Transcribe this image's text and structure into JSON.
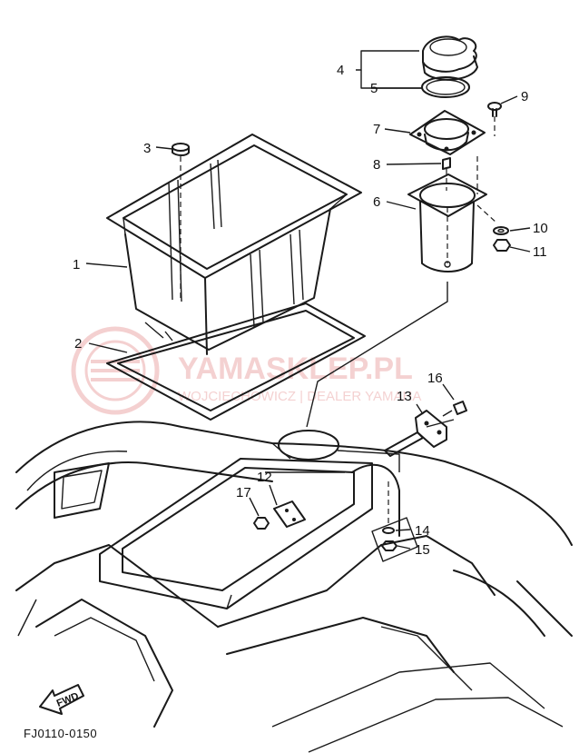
{
  "callouts": [
    {
      "id": "1",
      "label": "1"
    },
    {
      "id": "2",
      "label": "2"
    },
    {
      "id": "3",
      "label": "3"
    },
    {
      "id": "4",
      "label": "4"
    },
    {
      "id": "5",
      "label": "5"
    },
    {
      "id": "6",
      "label": "6"
    },
    {
      "id": "7",
      "label": "7"
    },
    {
      "id": "8",
      "label": "8"
    },
    {
      "id": "9",
      "label": "9"
    },
    {
      "id": "10",
      "label": "10"
    },
    {
      "id": "11",
      "label": "11"
    },
    {
      "id": "12",
      "label": "12"
    },
    {
      "id": "13",
      "label": "13"
    },
    {
      "id": "14",
      "label": "14"
    },
    {
      "id": "15",
      "label": "15"
    },
    {
      "id": "16",
      "label": "16"
    },
    {
      "id": "17",
      "label": "17"
    }
  ],
  "figure_code": "FJ0110-0150",
  "direction_label": "FWD",
  "watermark": {
    "brand": "YAMASKLEP.PL",
    "tagline": "WOJCIECHOWICZ | DEALER YAMAHA",
    "color": "#e07a7a"
  }
}
